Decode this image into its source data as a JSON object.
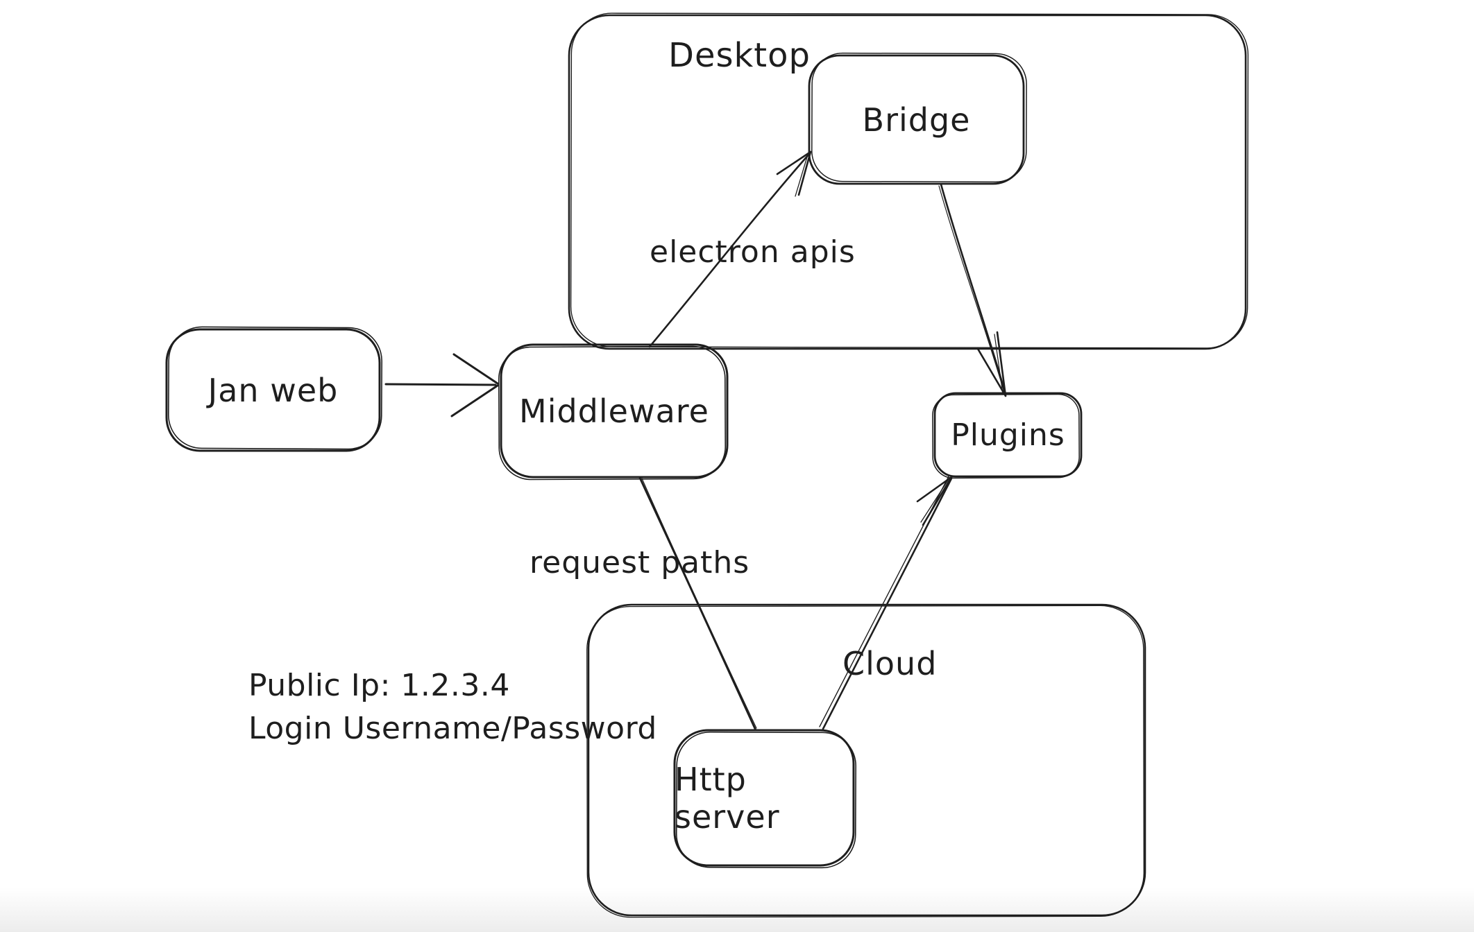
{
  "diagram": {
    "stroke_color": "#1e1e1e",
    "background_color": "#ffffff",
    "containers": [
      {
        "id": "desktop",
        "label": "Desktop"
      },
      {
        "id": "cloud",
        "label": "Cloud"
      }
    ],
    "nodes": [
      {
        "id": "jan-web",
        "label": "Jan web"
      },
      {
        "id": "middleware",
        "label": "Middleware"
      },
      {
        "id": "bridge",
        "label": "Bridge"
      },
      {
        "id": "plugins",
        "label": "Plugins"
      },
      {
        "id": "http-server",
        "label": "Http server"
      }
    ],
    "edges": [
      {
        "id": "jan-web-to-middleware",
        "from": "Jan web",
        "to": "Middleware"
      },
      {
        "id": "middleware-to-bridge",
        "from": "Middleware",
        "to": "Bridge",
        "label": "electron apis"
      },
      {
        "id": "bridge-to-plugins",
        "from": "Bridge",
        "to": "Plugins"
      },
      {
        "id": "middleware-to-http-server",
        "from": "Middleware",
        "to": "Http server",
        "label": "request paths"
      },
      {
        "id": "http-server-to-plugins",
        "from": "Http server",
        "to": "Plugins"
      }
    ],
    "note": {
      "line1": "Public Ip: 1.2.3.4",
      "line2": "Login Username/Password"
    }
  }
}
